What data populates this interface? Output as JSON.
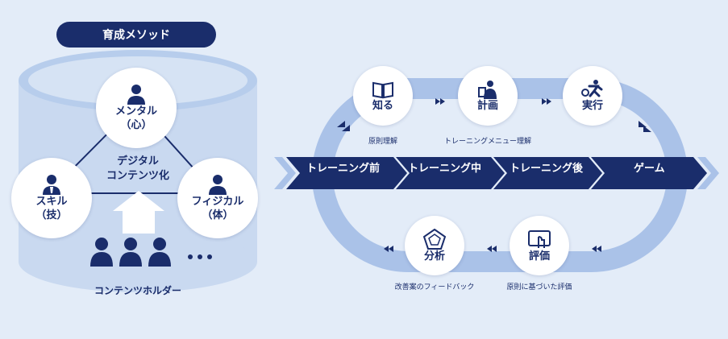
{
  "title": "育成メソッド",
  "left": {
    "center_line1": "デジタル",
    "center_line2": "コンテンツ化",
    "mental_line1": "メンタル",
    "mental_line2": "（心）",
    "skill_line1": "スキル",
    "skill_line2": "（技）",
    "physical_line1": "フィジカル",
    "physical_line2": "（体）",
    "holders": "コンテンツホルダー"
  },
  "stages": [
    "トレーニング前",
    "トレーニング中",
    "トレーニング後",
    "ゲーム"
  ],
  "cycle_top": [
    {
      "label": "知る",
      "sub": "原則理解"
    },
    {
      "label": "計画",
      "sub": "トレーニングメニュー理解"
    },
    {
      "label": "実行",
      "sub": ""
    }
  ],
  "cycle_bottom": [
    {
      "label": "分析",
      "sub": "改善案のフィードバック"
    },
    {
      "label": "評価",
      "sub": "原則に基づいた評価"
    }
  ],
  "colors": {
    "navy": "#1a2d6b",
    "loop": "#a9c1e6",
    "cylinder": "#c6d7f0",
    "background": "#e3ecf8"
  }
}
